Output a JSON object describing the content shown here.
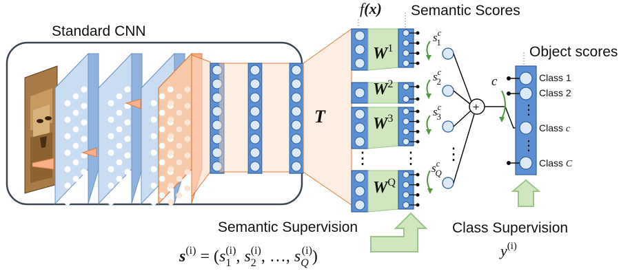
{
  "labels": {
    "standard_cnn": "Standard CNN",
    "fx_f": "f",
    "fx_arg": "(x)",
    "semantic_scores": "Semantic Scores",
    "object_scores": "Object scores",
    "T": "T",
    "semantic_supervision": "Semantic Supervision",
    "class_supervision": "Class Supervision",
    "c_label": "c",
    "plus": "+",
    "dots": "⋮"
  },
  "weights": [
    {
      "base": "W",
      "sup": "1"
    },
    {
      "base": "W",
      "sup": "2"
    },
    {
      "base": "W",
      "sup": "3"
    },
    {
      "base": "W",
      "sup": "Q"
    }
  ],
  "scores": [
    {
      "base": "s",
      "sup": "c",
      "sub": "1"
    },
    {
      "base": "s",
      "sup": "c",
      "sub": "2"
    },
    {
      "base": "s",
      "sup": "c",
      "sub": "3"
    },
    {
      "base": "s",
      "sup": "c",
      "sub": "Q"
    }
  ],
  "classes": [
    {
      "text": "Class ",
      "var": "1"
    },
    {
      "text": "Class ",
      "var": "2"
    },
    {
      "text": "Class ",
      "var": "c"
    },
    {
      "text": "Class ",
      "var": "C"
    }
  ],
  "formula": {
    "lhs_base": "s",
    "lhs_sup": "(i)",
    "eq_open": " = (",
    "s": "s",
    "sub1": "1",
    "sub2": "2",
    "subQ": "Q",
    "sup": "(i)",
    "comma": ", ",
    "ellipsis": "…",
    "close": ")"
  },
  "y_label": {
    "base": "y",
    "sup": "(i)"
  },
  "colors": {
    "layer_blue": "#5b8fd4",
    "layer_stroke": "#2f5f9e",
    "conv_fill": "#c9dcf2",
    "orange": "#f7b08a",
    "orange_stroke": "#e07a3c",
    "green_fill": "#cfe6bf",
    "green_stroke": "#9cc48a",
    "arrow_green": "#4f9a3a",
    "rounded_box": "#3a4656"
  },
  "icons": [
    "lion-image",
    "arrow-up-green",
    "arrow-right-green"
  ]
}
